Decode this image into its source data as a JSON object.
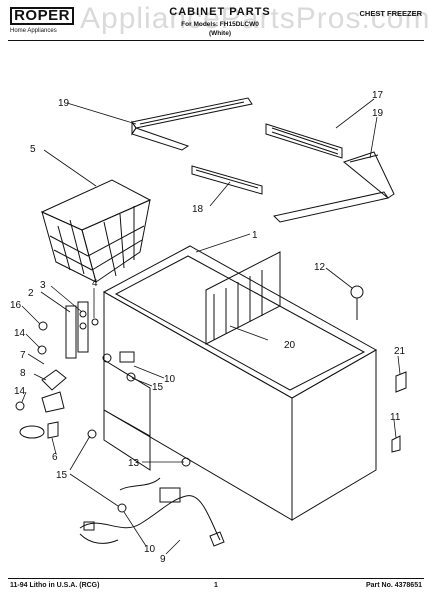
{
  "header": {
    "brand": "ROPER",
    "brand_sub": "Home Appliances",
    "title": "CABINET PARTS",
    "model": "For Models: FH15DLCW0",
    "variant": "(White)",
    "product": "CHEST FREEZER",
    "watermark": "AppliancePartsPros.com"
  },
  "footer": {
    "left": "11-94 Litho in U.S.A. (RCG)",
    "page": "1",
    "part_no": "Part No. 4378651"
  },
  "callouts": {
    "c1": "1",
    "c2": "2",
    "c3": "3",
    "c4": "4",
    "c5": "5",
    "c6": "6",
    "c7": "7",
    "c8": "8",
    "c9": "9",
    "c10a": "10",
    "c10b": "10",
    "c11": "11",
    "c12": "12",
    "c13": "13",
    "c14a": "14",
    "c14b": "14",
    "c15a": "15",
    "c15b": "15",
    "c16": "16",
    "c17": "17",
    "c18": "18",
    "c19a": "19",
    "c19b": "19",
    "c20": "20",
    "c21": "21"
  }
}
